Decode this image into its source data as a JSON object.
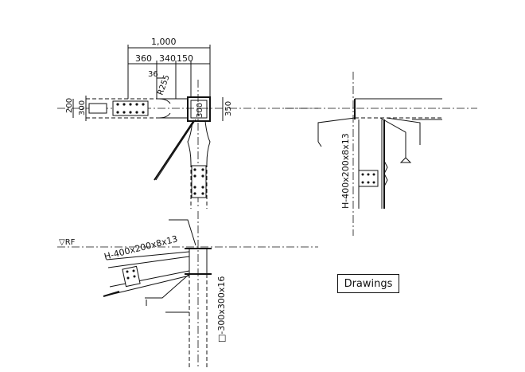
{
  "plan": {
    "dim_total": "1,000",
    "dim_a": "360",
    "dim_b": "340",
    "dim_c": "150",
    "dim_d": "36",
    "radius": "R255",
    "dim_left_1": "200",
    "dim_left_2": "300",
    "dim_col": "300",
    "dim_right": "350"
  },
  "elevation": {
    "level_label": "▽RF",
    "beam_label": "H-400x200x8x13",
    "column_label": "□-300x300x16"
  },
  "section": {
    "beam_label": "H-400x200x8x13"
  },
  "legend": {
    "label": "Drawings"
  }
}
